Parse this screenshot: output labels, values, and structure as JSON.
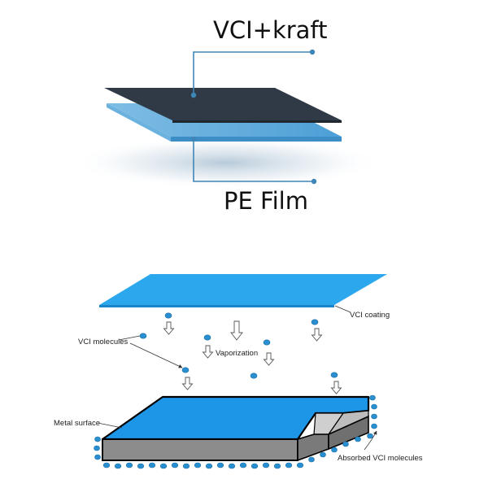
{
  "top_diagram": {
    "layer_top_label": "VCI+kraft",
    "layer_bottom_label": "PE Film"
  },
  "bottom_diagram": {
    "coating_label": "VCI coating",
    "molecules_label": "VCI molecules",
    "vaporization_label": "Vaporization",
    "metal_label": "Metal surface",
    "absorbed_label": "Absorbed VCI molecules"
  },
  "colors": {
    "kraft_layer": "#2f3a46",
    "pe_film": "#5aa6d6",
    "leader_line": "#3f86b8",
    "vci_coating": "#2ba7ee",
    "metal_top": "#1e96e8",
    "metal_side": "#8c8c8c",
    "molecule": "#2a8fd0"
  }
}
